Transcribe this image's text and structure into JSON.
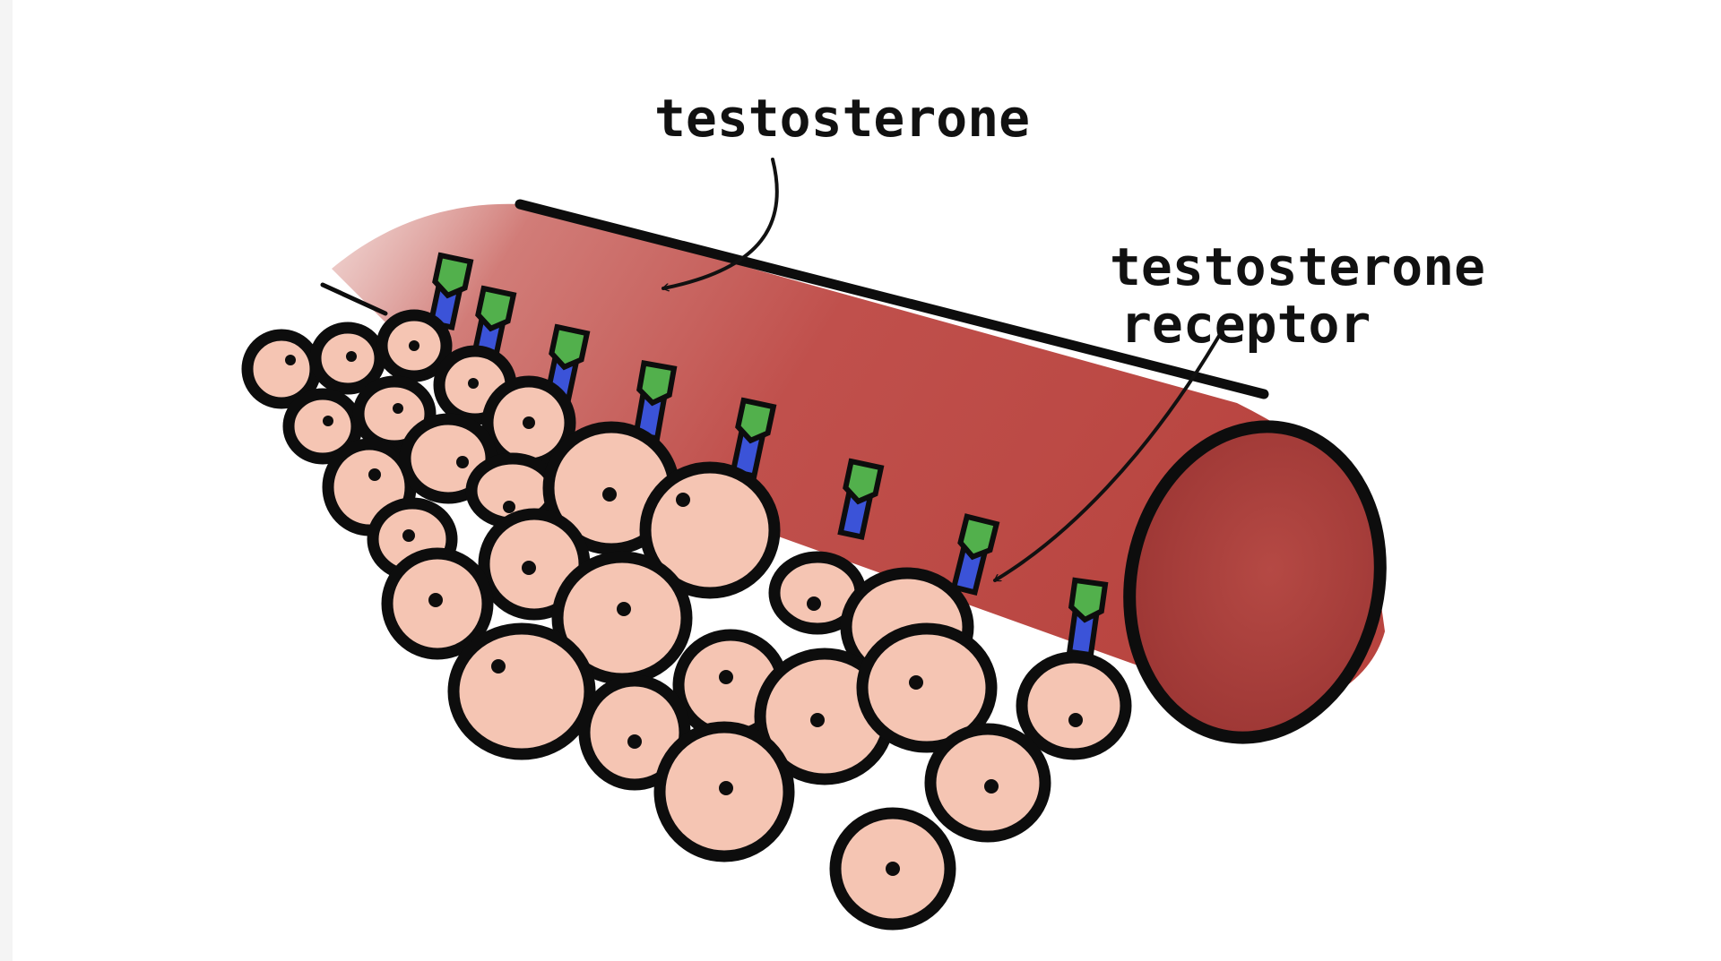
{
  "labels": {
    "hormone": "testosterone",
    "receptor_line1": "testosterone",
    "receptor_line2": "receptor"
  },
  "colors": {
    "vessel": "#c0504c",
    "vessel_end": "#a53c3b",
    "cell": "#f5c5b3",
    "outline": "#0d0d0d",
    "receptor_head": "#52b04c",
    "receptor_stem": "#3b53d8",
    "margin": "#f6f6f6"
  }
}
